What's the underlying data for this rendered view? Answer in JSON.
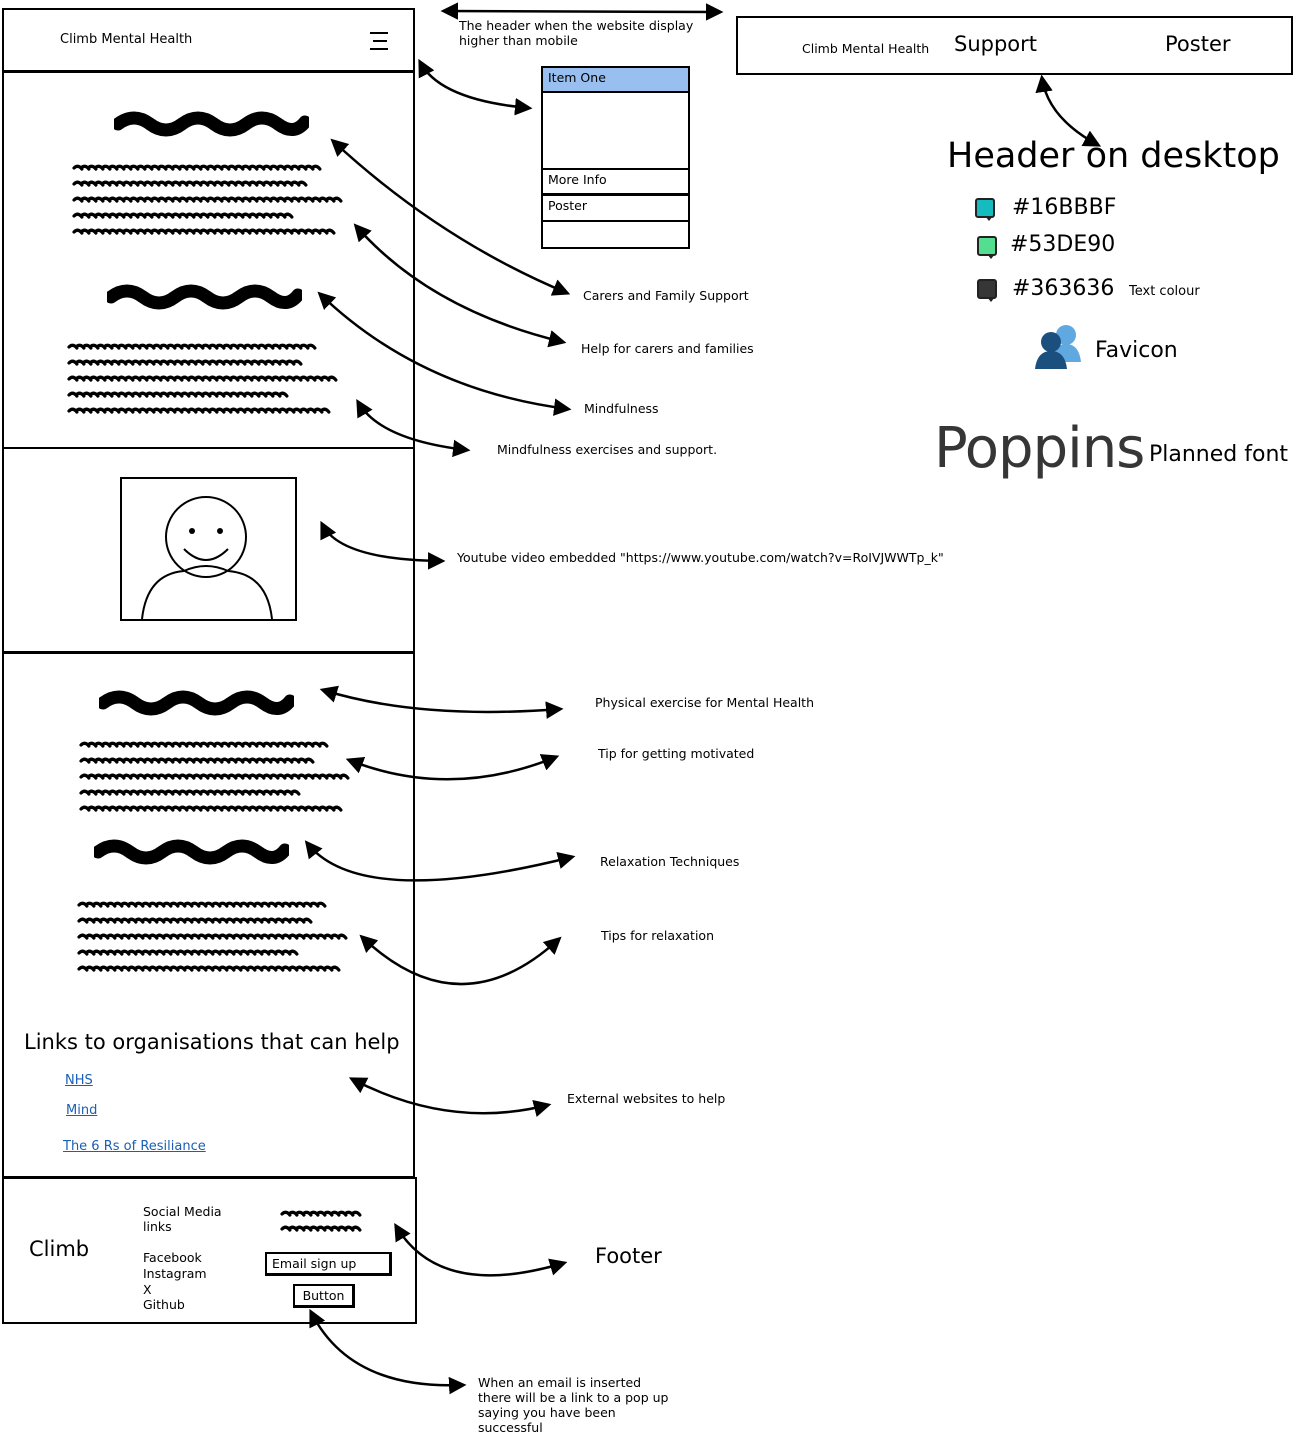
{
  "mobile": {
    "header": {
      "title": "Climb Mental Health",
      "menu_icon": "hamburger-icon"
    },
    "video": {
      "placeholder_icon": "smiley-person-icon"
    },
    "links_section": {
      "heading": "Links to organisations that can help",
      "links": [
        "NHS ",
        "Mind",
        "The 6 Rs of Resiliance"
      ]
    },
    "footer": {
      "brand": "Climb",
      "social_heading": "Social Media links",
      "social": [
        "Facebook",
        "Instagram",
        "X",
        "Github"
      ],
      "email_placeholder": "Email sign up",
      "button_label": "Button"
    }
  },
  "dropdown": {
    "note": "The header when the website display higher than mobile",
    "items": [
      "Item One",
      "More Info",
      "Poster"
    ]
  },
  "desktop_header": {
    "title": "Climb Mental Health",
    "nav": [
      "Support",
      "Poster"
    ],
    "caption": "Header on desktop"
  },
  "palette": {
    "colors": [
      {
        "hex": "#16BBBF",
        "label": "#16BBBF",
        "note": ""
      },
      {
        "hex": "#53DE90",
        "label": "#53DE90",
        "note": ""
      },
      {
        "hex": "#363636",
        "label": "#363636",
        "note": "Text colour"
      }
    ],
    "favicon_label": "Favicon",
    "favicon_icon": "users-icon",
    "font_name": "Poppins",
    "font_note": "Planned font"
  },
  "annotations": {
    "heading1": "Carers and Family Support",
    "text1": "Help for carers and families",
    "heading2": "Mindfulness",
    "text2": "Mindfulness exercises and support.",
    "video": "Youtube video embedded \"https://www.youtube.com/watch?v=RoIVJWWTp_k\"",
    "heading3": "Physical exercise for Mental Health",
    "text3": "Tip for getting motivated",
    "heading4": "Relaxation Techniques",
    "text4": "Tips for relaxation",
    "links": "External websites to help",
    "footer": "Footer",
    "email": "When an email is inserted there will be a link to a pop up saying you have been successful"
  }
}
